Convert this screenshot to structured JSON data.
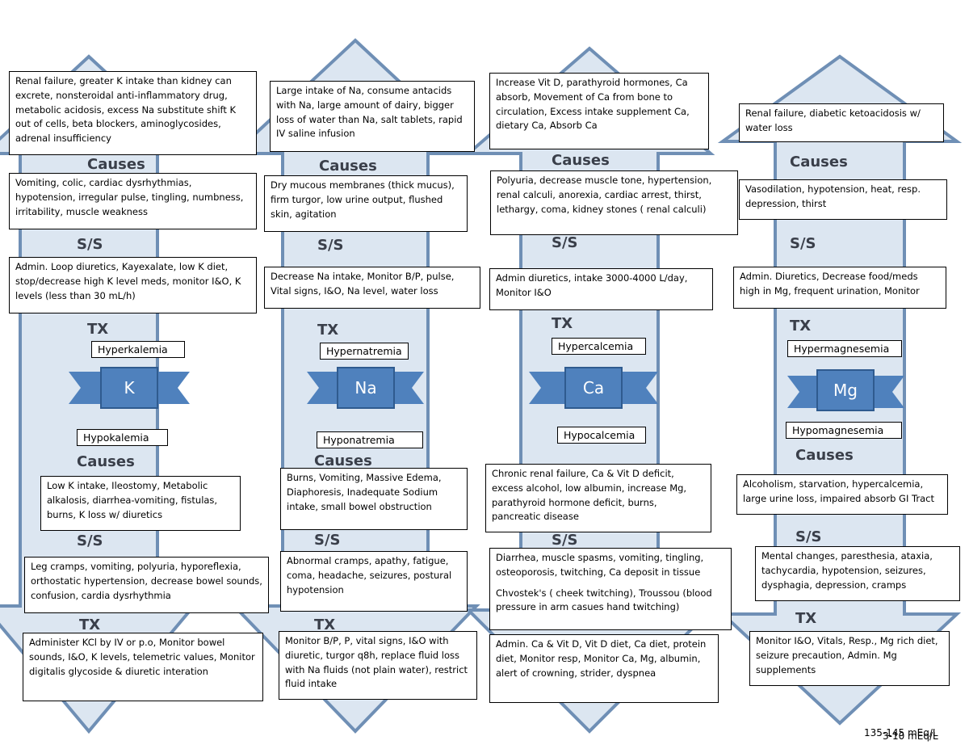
{
  "columns": [
    {
      "symbol": "K",
      "high": {
        "name": "Hyperkalemia",
        "causes": "Renal failure, greater K intake than kidney can excrete, nonsteroidal anti-inflammatory drug, metabolic acidosis, excess Na substitute shift K out of cells, beta blockers, aminoglycosides, adrenal insufficiency",
        "ss": "Vomiting, colic, cardiac dysrhythmias, hypotension, irregular pulse, tingling, numbness, irritability, muscle weakness",
        "tx": "Admin. Loop diuretics, Kayexalate, low K diet, stop/decrease high K level meds, monitor I&O, K levels (less than 30 mL/h)"
      },
      "low": {
        "name": "Hypokalemia",
        "causes": "Low K intake, Ileostomy, Metabolic alkalosis, diarrhea-vomiting, fistulas, burns, K loss w/ diuretics",
        "ss": "Leg cramps, vomiting, polyuria, hyporeflexia, orthostatic hypertension, decrease bowel sounds, confusion, cardia dysrhythmia",
        "tx": "Administer KCl by IV or p.o, Monitor bowel sounds, I&O, K levels, telemetric values, Monitor digitalis glycoside & diuretic interation"
      }
    },
    {
      "symbol": "Na",
      "high": {
        "name": "Hypernatremia",
        "causes": "Large intake of Na, consume antacids with Na, large amount of dairy, bigger loss of water than Na, salt tablets, rapid IV saline infusion",
        "ss": "Dry mucous membranes (thick mucus), firm turgor, low urine output, flushed skin, agitation",
        "tx": "Decrease Na intake, Monitor B/P, pulse, Vital signs, I&O, Na level, water loss"
      },
      "low": {
        "name": "Hyponatremia",
        "causes": "Burns, Vomiting, Massive Edema, Diaphoresis, Inadequate Sodium intake, small bowel obstruction",
        "ss": "Abnormal cramps, apathy, fatigue, coma, headache, seizures, postural hypotension",
        "tx": "Monitor B/P, P, vital signs, I&O with diuretic, turgor q8h, replace fluid loss with Na fluids (not plain water), restrict fluid intake"
      }
    },
    {
      "symbol": "Ca",
      "high": {
        "name": "Hypercalcemia",
        "causes": "Increase Vit D, parathyroid hormones, Ca absorb, Movement of Ca from bone to circulation, Excess intake supplement Ca, dietary Ca, Absorb Ca",
        "ss": "Polyuria, decrease muscle tone, hypertension, renal calculi, anorexia, cardiac arrest, thirst, lethargy, coma, kidney stones ( renal calculi)",
        "tx": "Admin diuretics, intake 3000-4000 L/day, Monitor I&O"
      },
      "low": {
        "name": "Hypocalcemia",
        "causes": "Chronic renal failure, Ca & Vit D deficit, excess alcohol, low albumin, increase Mg, parathyroid hormone deficit, burns, pancreatic disease",
        "ss": "Diarrhea, muscle spasms, vomiting, tingling, osteoporosis, twitching, Ca deposit in tissue",
        "ss2": "Chvostek's ( cheek twitching), Troussou (blood pressure in arm casues hand twitching)",
        "tx": "Admin. Ca & Vit D, Vit D diet, Ca diet, protein diet, Monitor resp, Monitor Ca, Mg, albumin, alert of crowning, strider, dyspnea"
      }
    },
    {
      "symbol": "Mg",
      "high": {
        "name": "Hypermagnesemia",
        "causes": "Renal failure, diabetic ketoacidosis w/ water loss",
        "ss": "Vasodilation, hypotension, heat, resp. depression, thirst",
        "tx": "Admin. Diuretics, Decrease food/meds high in Mg, frequent urination, Monitor"
      },
      "low": {
        "name": "Hypomagnesemia",
        "causes": "Alcoholism, starvation, hypercalcemia, large urine loss, impaired absorb GI Tract",
        "ss": "Mental changes, paresthesia, ataxia, tachycardia, hypotension, seizures, dysphagia, depression, cramps",
        "tx": "Monitor I&O, Vitals, Resp., Mg rich diet, seizure precaution, Admin. Mg supplements"
      }
    }
  ],
  "sections": {
    "causes": "Causes",
    "ss": "S/S",
    "tx": "TX"
  },
  "corner": {
    "line1": "135-145 mEq/L",
    "line2": "3-10 mEq/L"
  },
  "colors": {
    "arrow_fill": "#dce6f1",
    "arrow_stroke": "#6f8fb5",
    "ribbon": "#4f81bd",
    "ribbon_dark": "#2f5b8f"
  }
}
